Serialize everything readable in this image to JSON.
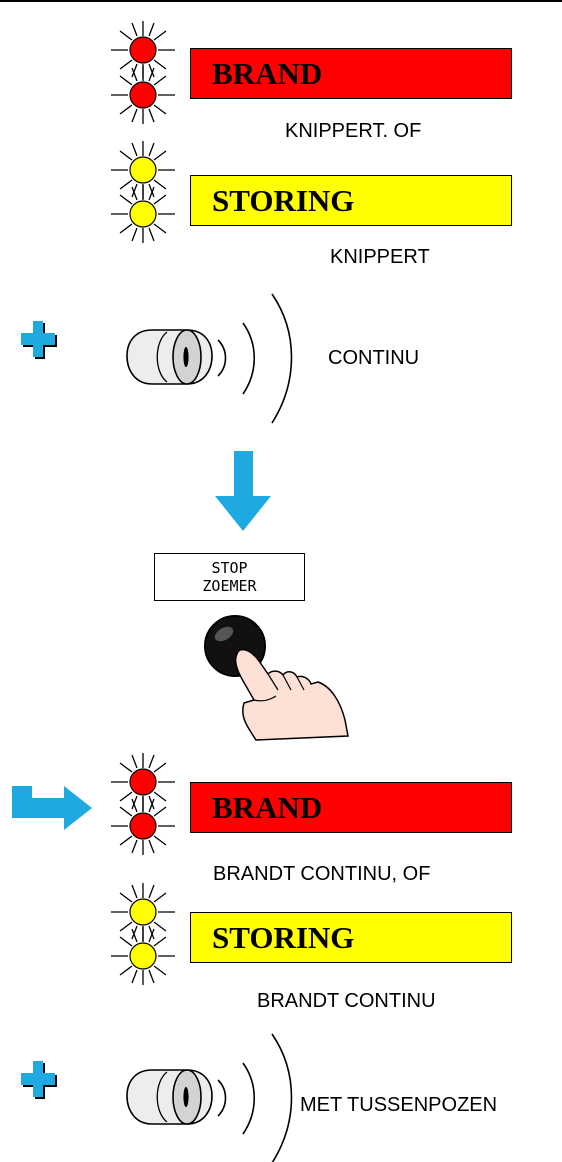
{
  "panels": {
    "brand_label": "BRAND",
    "storing_label": "STORING"
  },
  "captions": {
    "first_brand": "KNIPPERT. OF",
    "first_storing": "KNIPPERT",
    "first_buzzer": "CONTINU",
    "second_brand": "BRANDT CONTINU, OF",
    "second_storing": "BRANDT CONTINU",
    "second_buzzer": "MET TUSSENPOZEN"
  },
  "stop_button": {
    "line1": "STOP",
    "line2": "ZOEMER"
  },
  "colors": {
    "red": "#ff0000",
    "yellow": "#ffff00",
    "arrow": "#1fa9e1"
  }
}
